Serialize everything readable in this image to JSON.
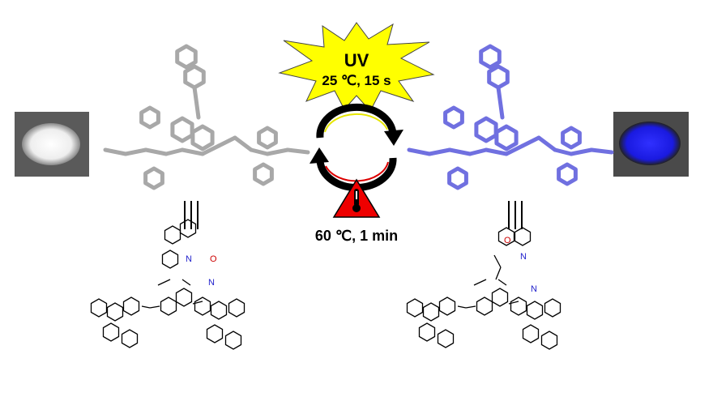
{
  "uv_label": {
    "title": "UV",
    "conditions": "25 ℃, 15 s"
  },
  "heat_label": {
    "conditions": "60 ℃, 1 min"
  },
  "left_structure": {
    "atoms": {
      "n": "N",
      "o": "O",
      "n_methyl": "N"
    }
  },
  "right_structure": {
    "atoms": {
      "o": "O",
      "n_imine": "N",
      "n_methyl": "N"
    }
  },
  "colors": {
    "starburst": "#ffff00",
    "warning": "#ee0000",
    "model_left": "#b0b0b0",
    "model_right": "#6a6ae0",
    "powder_right": "#2020ff",
    "oxygen": "#cc0000",
    "nitrogen": "#2222cc"
  }
}
